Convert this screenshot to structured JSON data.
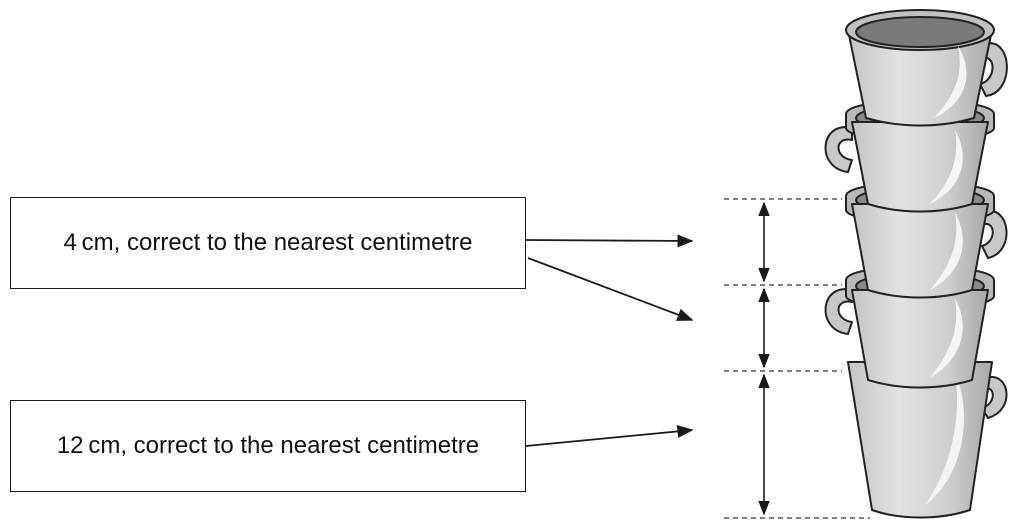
{
  "labels": {
    "top": "4 cm, correct to the nearest centimetre",
    "bottom": "12 cm, correct to the nearest centimetre"
  },
  "colors": {
    "line": "#1a1a1a",
    "cup_body": "#d0d0d0",
    "cup_highlight": "#f3f3f3",
    "cup_shadow": "#9a9a9a",
    "cup_inside": "#7a7a7a",
    "outline": "#222222"
  },
  "icons": {
    "cups": "stack-of-five-cups"
  }
}
